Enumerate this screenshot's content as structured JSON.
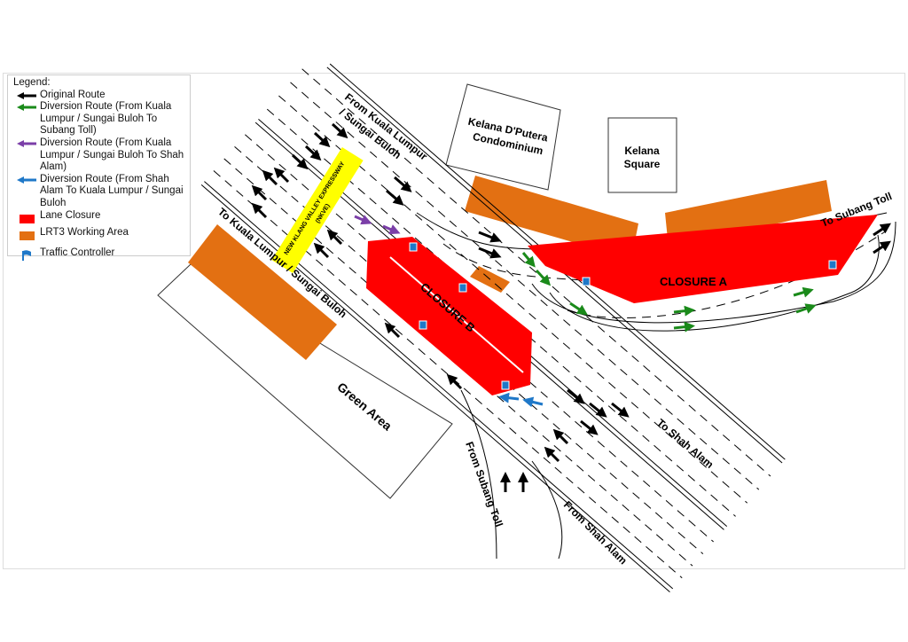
{
  "legend": {
    "title": "Legend:",
    "items": [
      {
        "label": "Original Route",
        "color": "#000000",
        "icon": "arrow-left-icon"
      },
      {
        "label": "Diversion Route (From Kuala Lumpur / Sungai Buloh To Subang Toll)",
        "color": "#1a8a1a",
        "icon": "arrow-left-icon"
      },
      {
        "label": "Diversion Route (From Kuala Lumpur / Sungai Buloh  To Shah Alam)",
        "color": "#7b3fa8",
        "icon": "arrow-left-icon"
      },
      {
        "label": "Diversion Route (From Shah Alam To Kuala Lumpur / Sungai Buloh",
        "color": "#1f78c8",
        "icon": "arrow-left-icon"
      },
      {
        "label": "Lane Closure",
        "color": "#ff0000",
        "icon": "red-box-icon"
      },
      {
        "label": "LRT3 Working Area",
        "color": "#e37012",
        "icon": "orange-box-icon"
      },
      {
        "label": "Traffic Controller",
        "color": "#1f78c8",
        "icon": "flag-icon"
      }
    ]
  },
  "map": {
    "from_kl": "From Kuala Lumpur",
    "from_kl2": "/ Sungai Buloh",
    "to_kl": "To Kuala Lumpur / Sungai Buloh",
    "nkve": "NEW KLANG VALLEY EXPRESSWAY",
    "nkve_abbr": "(NKVE)",
    "kelana_dputera_1": "Kelana D'Putera",
    "kelana_dputera_2": "Condominium",
    "kelana_square_1": "Kelana",
    "kelana_square_2": "Square",
    "to_subang_toll": "To Subang Toll",
    "closure_a": "CLOSURE A",
    "closure_b": "CLOSURE B",
    "green_area": "Green Area",
    "to_shah_alam": "To Shah Alam",
    "from_subang_toll": "From Subang Toll",
    "from_shah_alam": "From Shah Alam"
  },
  "colors": {
    "closure": "#ff0000",
    "lrt3": "#e37012",
    "nkve": "#ffff00"
  }
}
